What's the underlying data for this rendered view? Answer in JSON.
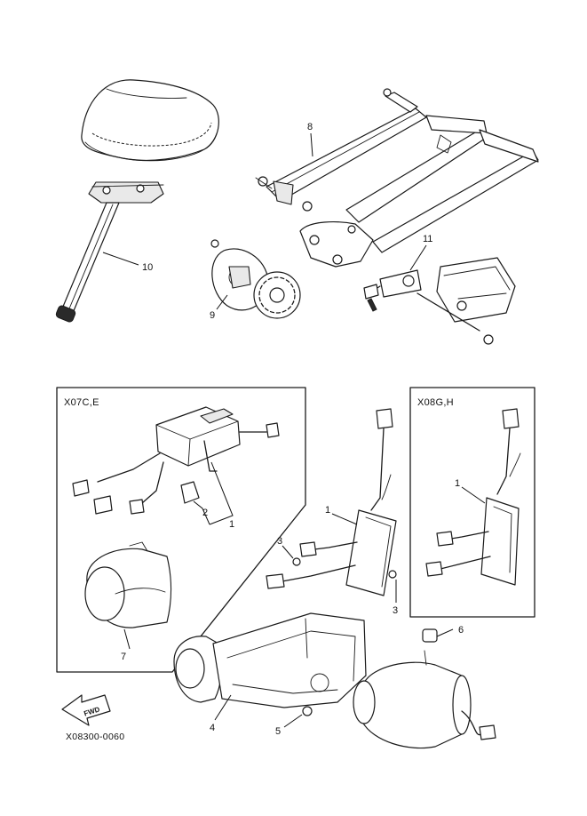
{
  "callouts": {
    "c8": "8",
    "c10": "10",
    "c11": "11",
    "c9": "9",
    "c1_left": "1",
    "c2": "2",
    "c7": "7",
    "c1_mid": "1",
    "c3_left": "3",
    "c3_right": "3",
    "c1_right": "1",
    "c6": "6",
    "c4": "4",
    "c5": "5"
  },
  "boxes": {
    "left_label": "X07C,E",
    "right_label": "X08G,H"
  },
  "fwd_label": "FWD",
  "diagram_code": "X08300-0060"
}
